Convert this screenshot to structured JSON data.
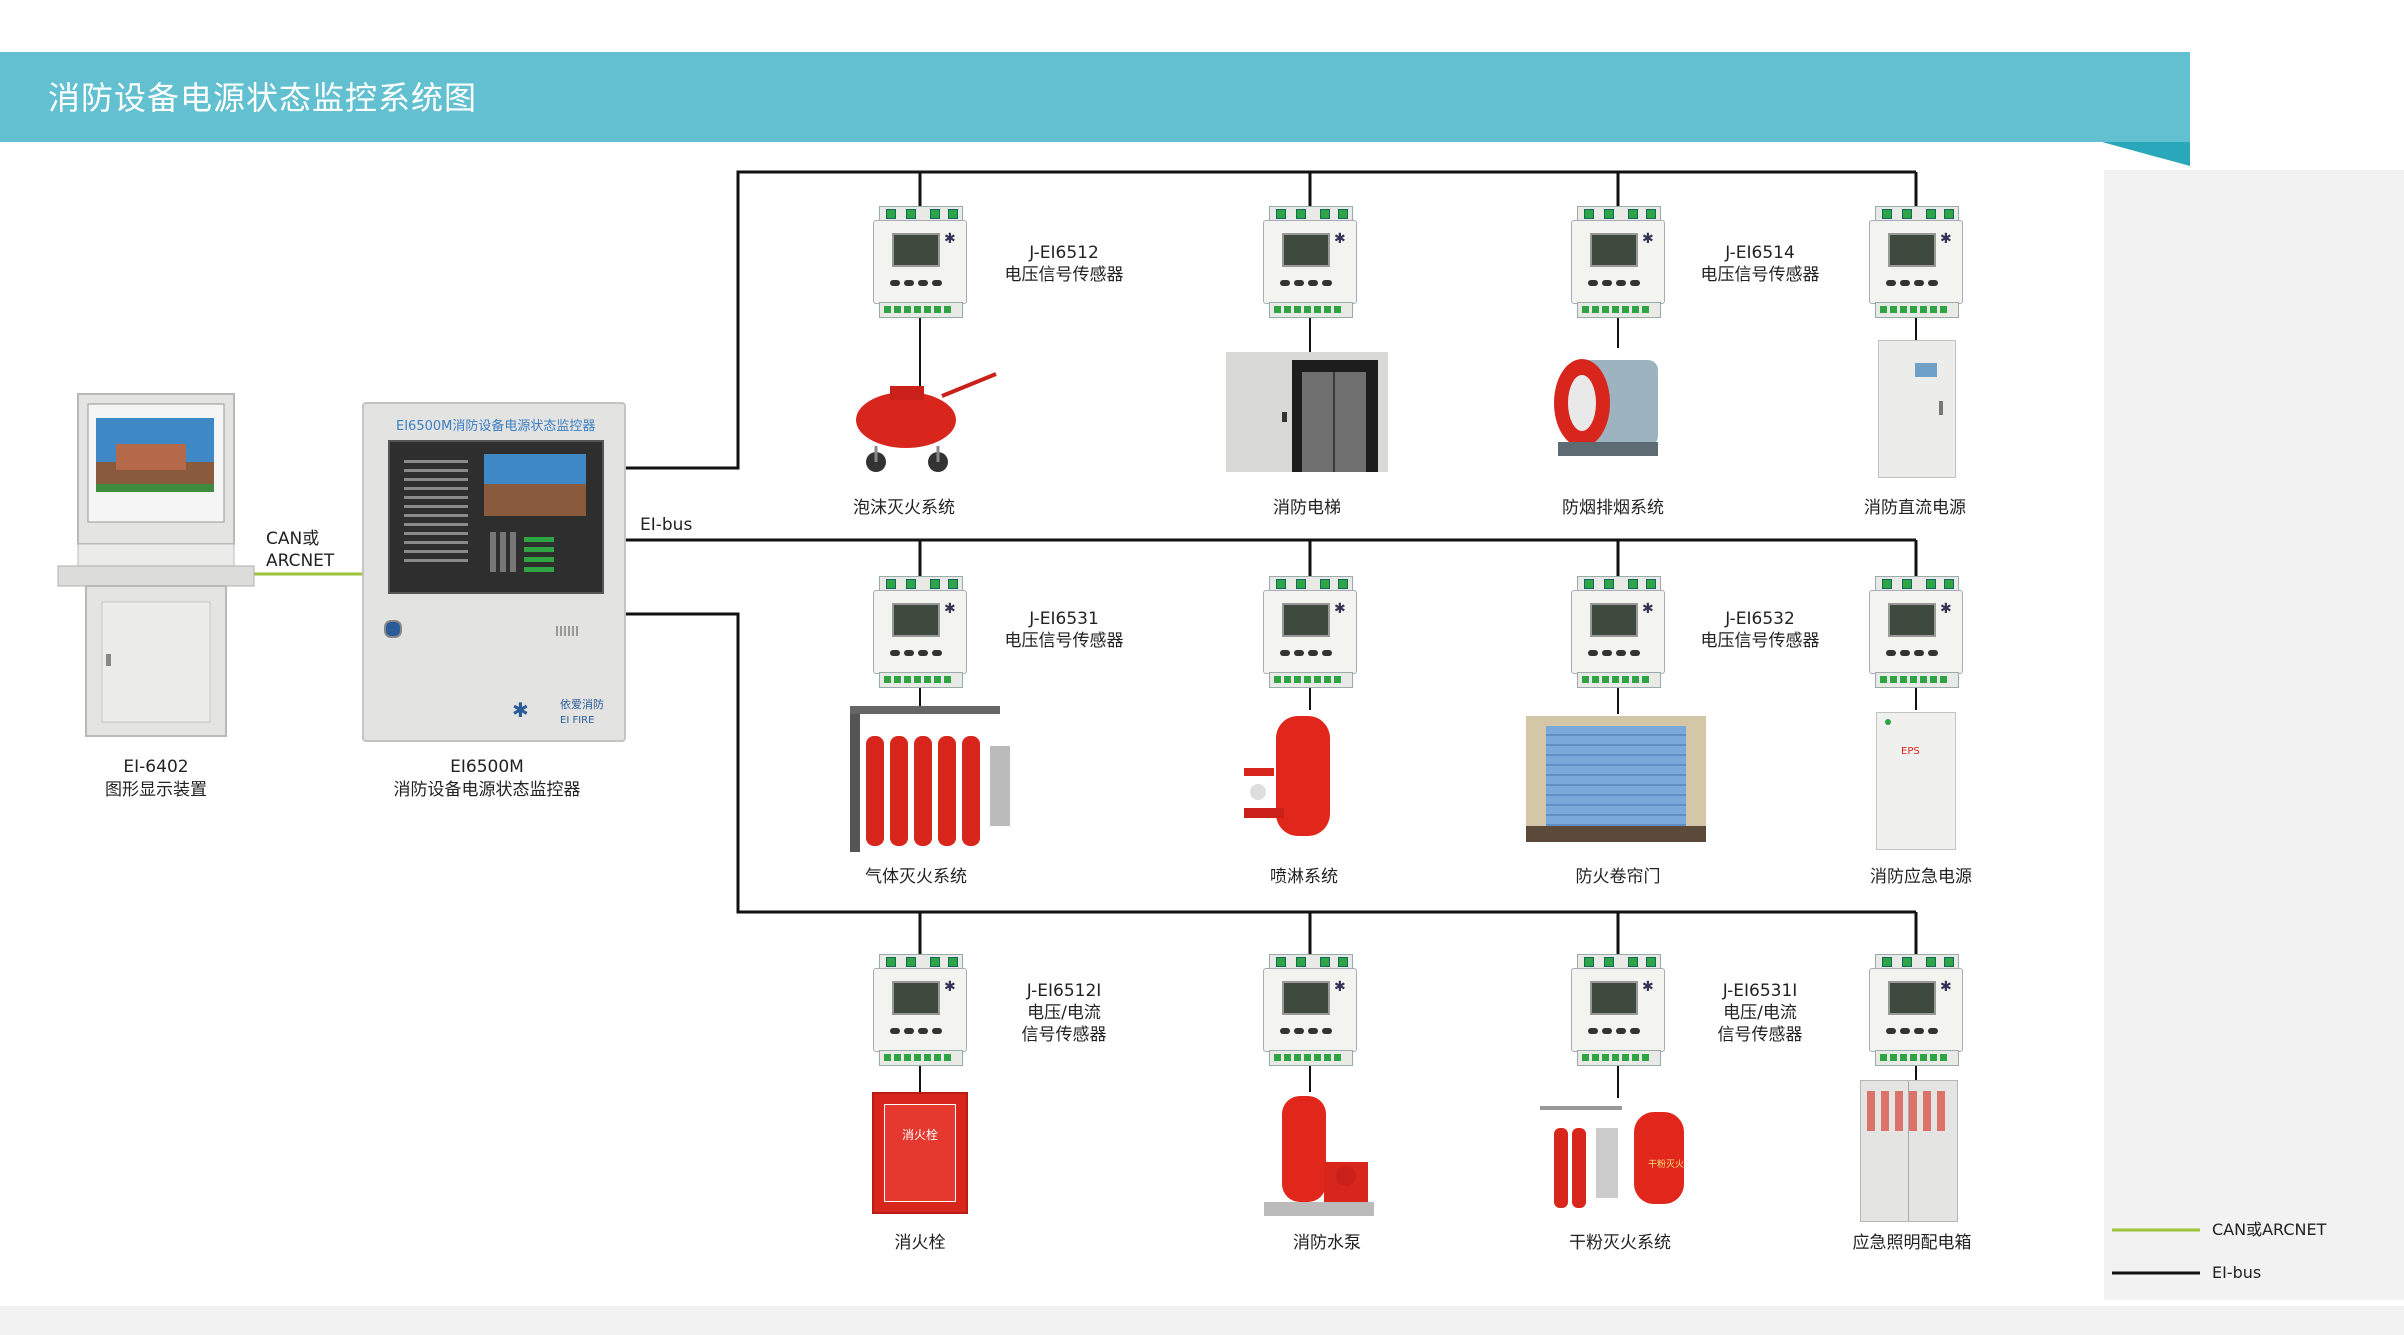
{
  "title": "消防设备电源状态监控系统图",
  "display_unit": {
    "model": "EI-6402",
    "name": "图形显示装置"
  },
  "monitor": {
    "panel_title": "EI6500M消防设备电源状态监控器",
    "model": "EI6500M",
    "name": "消防设备电源状态监控器",
    "brand": "依爱消防",
    "brand_en": "EI FIRE"
  },
  "link_label": {
    "line1": "CAN或",
    "line2": "ARCNET"
  },
  "bus_label": "EI-bus",
  "rows": [
    {
      "sensor_notes": [
        {
          "line1": "J-EI6512",
          "line2": "电压信号传感器"
        },
        {
          "line1": "J-EI6514",
          "line2": "电压信号传感器"
        }
      ],
      "devices": [
        "泡沫灭火系统",
        "消防电梯",
        "防烟排烟系统",
        "消防直流电源"
      ]
    },
    {
      "sensor_notes": [
        {
          "line1": "J-EI6531",
          "line2": "电压信号传感器"
        },
        {
          "line1": "J-EI6532",
          "line2": "电压信号传感器"
        }
      ],
      "devices": [
        "气体灭火系统",
        "喷淋系统",
        "防火卷帘门",
        "消防应急电源"
      ]
    },
    {
      "sensor_notes": [
        {
          "line1": "J-EI6512I",
          "line2": "电压/电流",
          "line3": "信号传感器"
        },
        {
          "line1": "J-EI6531I",
          "line2": "电压/电流",
          "line3": "信号传感器"
        }
      ],
      "devices": [
        "消火栓",
        "消防水泵",
        "干粉灭火系统",
        "应急照明配电箱"
      ]
    }
  ],
  "device_text": {
    "hydrant_sign": "消火栓",
    "ups_tag": "EPS",
    "powder_tag": "干粉灭火"
  },
  "legend": [
    {
      "label": "CAN或ARCNET",
      "color": "#9bc33b"
    },
    {
      "label": "EI-bus",
      "color": "#111111"
    }
  ],
  "colors": {
    "header": "#63c0d0",
    "header_accent": "#2aa8bb",
    "can_line": "#9bc33b",
    "bus_line": "#111111"
  }
}
